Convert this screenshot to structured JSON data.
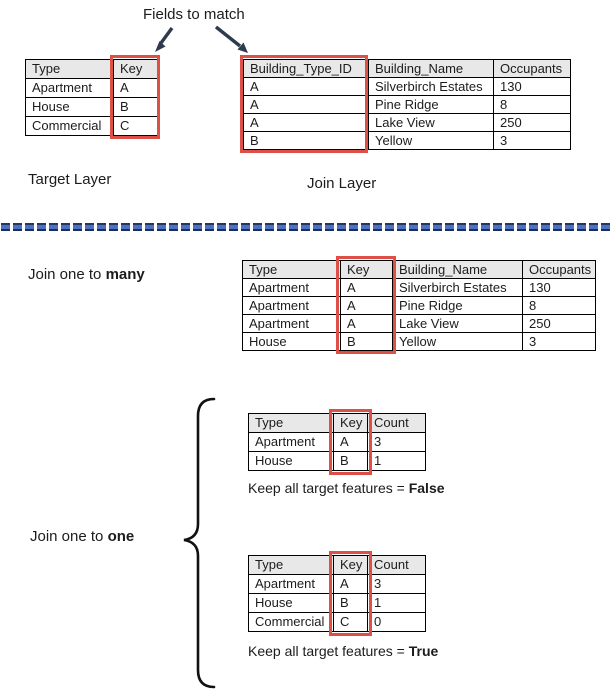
{
  "heading": {
    "fields_to_match": "Fields to match"
  },
  "labels": {
    "target_layer": "Target Layer",
    "join_layer": "Join Layer",
    "join_one_to_many_prefix": "Join one to ",
    "join_one_to_many_bold": "many",
    "join_one_to_one_prefix": "Join one to ",
    "join_one_to_one_bold": "one",
    "keep_false_prefix": "Keep all target features = ",
    "keep_false_bold": "False",
    "keep_true_prefix": "Keep all target features = ",
    "keep_true_bold": "True"
  },
  "colors": {
    "highlight_red": "#dc5048",
    "header_gray": "#e8e8e8",
    "divider_blue": "#4a72be",
    "divider_dark_navy": "#24356b",
    "arrow_navy": "#2e3b4f"
  },
  "tables": {
    "target": {
      "headers": [
        "Type",
        "Key"
      ],
      "rows": [
        [
          "Apartment",
          "A"
        ],
        [
          "House",
          "B"
        ],
        [
          "Commercial",
          "C"
        ]
      ],
      "highlighted_field": "Key"
    },
    "join": {
      "headers": [
        "Building_Type_ID",
        "Building_Name",
        "Occupants"
      ],
      "rows": [
        [
          "A",
          "Silverbirch Estates",
          "130"
        ],
        [
          "A",
          "Pine Ridge",
          "8"
        ],
        [
          "A",
          "Lake View",
          "250"
        ],
        [
          "B",
          "Yellow",
          "3"
        ]
      ],
      "highlighted_field": "Building_Type_ID"
    },
    "one_to_many": {
      "headers": [
        "Type",
        "Key",
        "Building_Name",
        "Occupants"
      ],
      "rows": [
        [
          "Apartment",
          "A",
          "Silverbirch Estates",
          "130"
        ],
        [
          "Apartment",
          "A",
          "Pine Ridge",
          "8"
        ],
        [
          "Apartment",
          "A",
          "Lake View",
          "250"
        ],
        [
          "House",
          "B",
          "Yellow",
          "3"
        ]
      ],
      "highlighted_field": "Key"
    },
    "one_to_one_false": {
      "headers": [
        "Type",
        "Key",
        "Count"
      ],
      "rows": [
        [
          "Apartment",
          "A",
          "3"
        ],
        [
          "House",
          "B",
          "1"
        ]
      ],
      "highlighted_field": "Key"
    },
    "one_to_one_true": {
      "headers": [
        "Type",
        "Key",
        "Count"
      ],
      "rows": [
        [
          "Apartment",
          "A",
          "3"
        ],
        [
          "House",
          "B",
          "1"
        ],
        [
          "Commercial",
          "C",
          "0"
        ]
      ],
      "highlighted_field": "Key"
    }
  }
}
